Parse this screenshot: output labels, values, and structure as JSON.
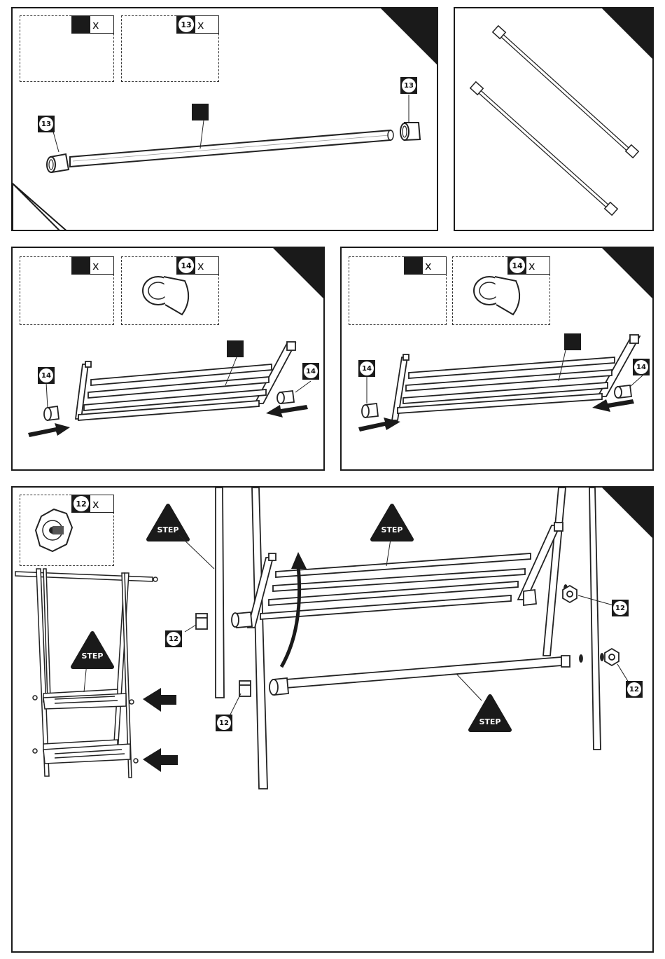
{
  "parts": {
    "part_13": "13",
    "part_14": "14",
    "part_12": "12",
    "qty_x": "x"
  },
  "step_label": "STEP"
}
